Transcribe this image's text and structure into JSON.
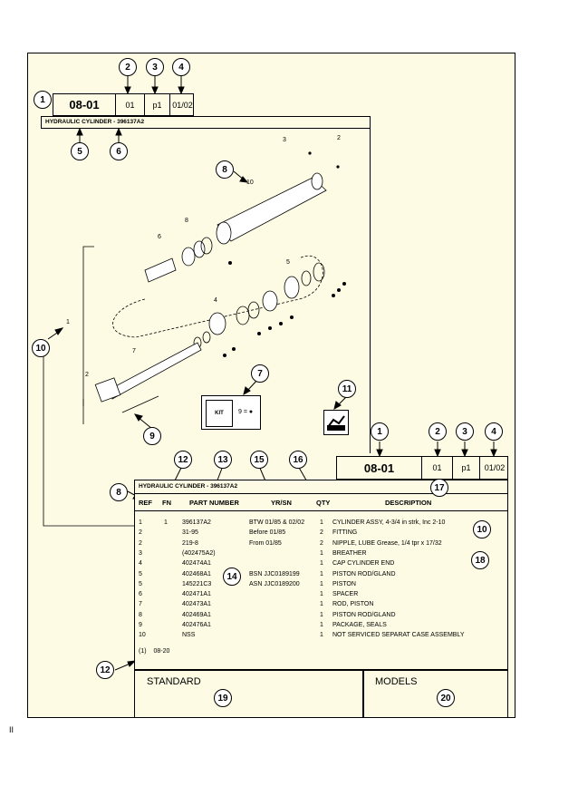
{
  "header_top": {
    "section": "08-01",
    "seq": "01",
    "page": "p1",
    "date": "01/02",
    "title": "HYDRAULIC CYLINDER - 396137A2"
  },
  "header_bottom": {
    "section": "08-01",
    "seq": "01",
    "page": "p1",
    "date": "01/02",
    "title": "HYDRAULIC CYLINDER - 396137A2"
  },
  "callouts": {
    "c1": "1",
    "c2": "2",
    "c3": "3",
    "c4": "4",
    "c5": "5",
    "c6": "6",
    "c8": "8",
    "c10": "10",
    "c7": "7",
    "c9": "9",
    "c11": "11",
    "c12": "12",
    "c13": "13",
    "c15": "15",
    "c16": "16",
    "c17": "17",
    "c14": "14",
    "c18": "18",
    "c19": "19",
    "c20": "20"
  },
  "drawing_labels": {
    "l3": "3",
    "l2a": "2",
    "l8a": "8",
    "l10": "10",
    "l8b": "8",
    "l6": "6",
    "l5": "5",
    "l4": "4",
    "l1": "1",
    "l7": "7",
    "l2b": "2",
    "kit_text": "9 = ●"
  },
  "table": {
    "columns": [
      "REF",
      "FN",
      "PART NUMBER",
      "YR/SN",
      "QTY",
      "DESCRIPTION"
    ],
    "rows": [
      {
        "ref": "1",
        "fn": "1",
        "part": "396137A2",
        "yrsn": "BTW 01/85 & 02/02",
        "qty": "1",
        "desc": "CYLINDER ASSY, 4-3/4 in strk, Inc 2-10"
      },
      {
        "ref": "2",
        "fn": "",
        "part": "31-95",
        "yrsn": "Before 01/85",
        "qty": "2",
        "desc": "FITTING"
      },
      {
        "ref": "2",
        "fn": "",
        "part": "219-8",
        "yrsn": "From 01/85",
        "qty": "2",
        "desc": "NIPPLE, LUBE Grease, 1/4 tpr x 17/32"
      },
      {
        "ref": "3",
        "fn": "",
        "part": "(402475A2)",
        "yrsn": "",
        "qty": "1",
        "desc": "BREATHER"
      },
      {
        "ref": "4",
        "fn": "",
        "part": "402474A1",
        "yrsn": "",
        "qty": "1",
        "desc": "CAP CYLINDER END"
      },
      {
        "ref": "5",
        "fn": "",
        "part": "402468A1",
        "yrsn": "BSN JJC0189199",
        "qty": "1",
        "desc": "PISTON ROD/GLAND"
      },
      {
        "ref": "5",
        "fn": "",
        "part": "145221C3",
        "yrsn": "ASN JJC0189200",
        "qty": "1",
        "desc": "PISTON"
      },
      {
        "ref": "6",
        "fn": "",
        "part": "402471A1",
        "yrsn": "",
        "qty": "1",
        "desc": "SPACER"
      },
      {
        "ref": "7",
        "fn": "",
        "part": "402473A1",
        "yrsn": "",
        "qty": "1",
        "desc": "ROD, PISTON"
      },
      {
        "ref": "8",
        "fn": "",
        "part": "402469A1",
        "yrsn": "",
        "qty": "1",
        "desc": "PISTON ROD/GLAND"
      },
      {
        "ref": "9",
        "fn": "",
        "part": "402476A1",
        "yrsn": "",
        "qty": "1",
        "desc": "PACKAGE, SEALS"
      },
      {
        "ref": "10",
        "fn": "",
        "part": "NSS",
        "yrsn": "",
        "qty": "1",
        "desc": "NOT SERVICED SEPARAT CASE ASSEMBLY"
      }
    ],
    "footnote_ref": "(1)",
    "footnote_text": "08-20"
  },
  "footer": {
    "standard": "STANDARD",
    "models": "MODELS"
  },
  "page_number": "II"
}
